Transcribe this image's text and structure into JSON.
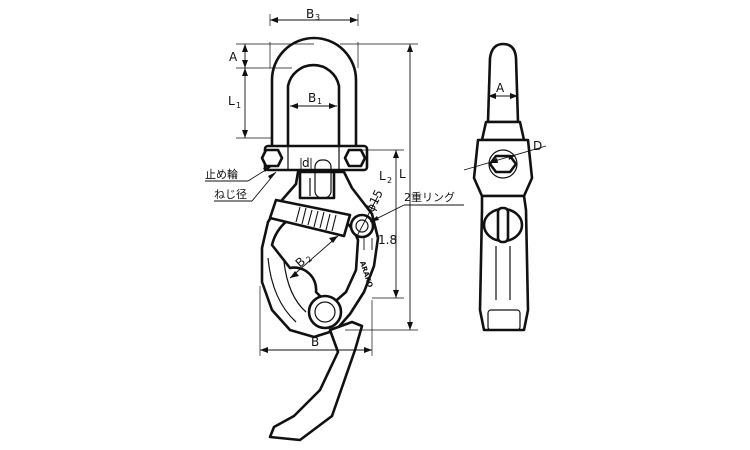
{
  "diagram": {
    "front_view": {
      "labels": {
        "b3": "B",
        "b3_sub": "3",
        "a": "A",
        "l1": "L",
        "l1_sub": "1",
        "b1": "B",
        "b1_sub": "1",
        "d": "d",
        "l2": "L",
        "l2_sub": "2",
        "l": "L",
        "phi15": "ϕ15",
        "dim_18": "1.8",
        "b2": "B",
        "b2_sub": "2",
        "b": "B",
        "stop_ring": "止め輪",
        "screw_dia": "ねじ径",
        "double_ring": "2重リング",
        "brand": "ARAKO"
      }
    },
    "side_view": {
      "labels": {
        "a": "A",
        "d": "D"
      }
    }
  }
}
